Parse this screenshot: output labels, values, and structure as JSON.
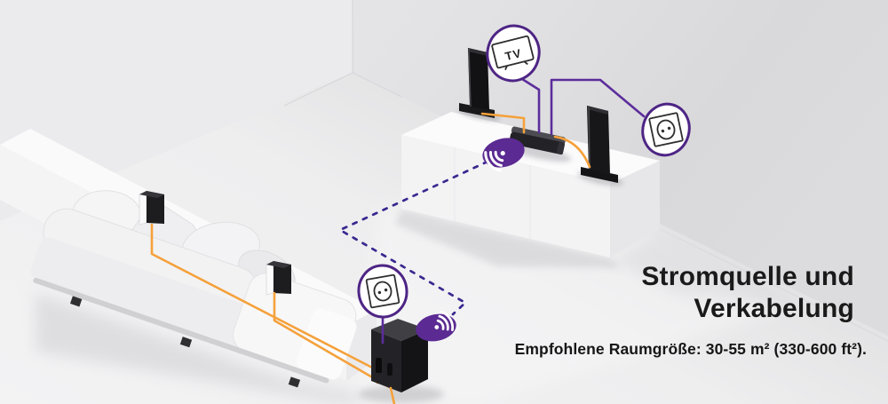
{
  "heading": {
    "line1": "Stromquelle und",
    "line2": "Verkabelung"
  },
  "subtitle": "Empfohlene Raumgröße: 30-55 m² (330-600 ft²).",
  "icons": {
    "tv_label": "TV",
    "tv_icon": "tv-icon",
    "power_outlet_icon": "power-outlet-icon",
    "wifi_icon": "wifi-icon"
  },
  "colors": {
    "purple": "#4E2585",
    "purple_line": "#5C2D9B",
    "purple_dash": "#38288F",
    "wifi_fill": "#5B2A92",
    "orange": "#F5A13B",
    "wall": "#E6E6E8",
    "floor": "#F0F0F1",
    "text": "#1A1A1A"
  }
}
